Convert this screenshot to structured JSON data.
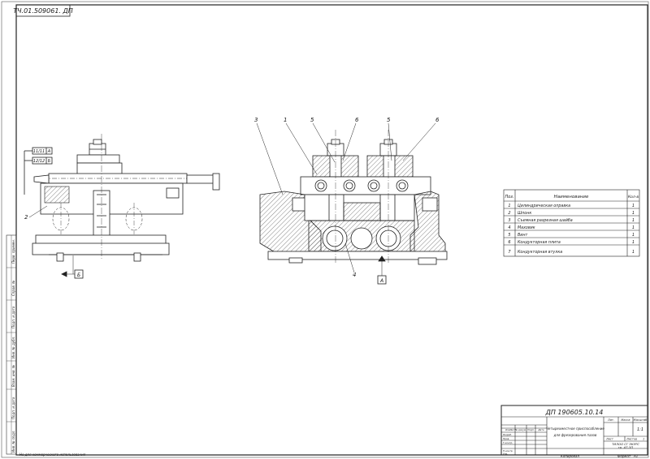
{
  "sheet": {
    "corner_stamp": "ТЧ.01.509061. ДП",
    "format_label": "Формат",
    "format_value": "А1",
    "copied_label": "Копировал"
  },
  "view_left": {
    "tol_1_code": "11/11",
    "tol_1_base": "А",
    "tol_2_code": "12/12",
    "tol_2_base": "Б",
    "callout": "2",
    "base_label": "Б"
  },
  "view_right": {
    "callouts": [
      "3",
      "1",
      "5",
      "6",
      "5",
      "6"
    ],
    "callout_4": "4",
    "base_label": "А"
  },
  "bom": {
    "headers": [
      "Поз.",
      "Наименование",
      "Кол-в"
    ],
    "rows": [
      {
        "pos": "1",
        "name": "Цилиндрическая оправка",
        "qty": "1"
      },
      {
        "pos": "2",
        "name": "Шпонк",
        "qty": "1"
      },
      {
        "pos": "3",
        "name": "Съемная разрезная шайба",
        "qty": "1"
      },
      {
        "pos": "4",
        "name": "Маховик",
        "qty": "1"
      },
      {
        "pos": "5",
        "name": "Винт",
        "qty": "1"
      },
      {
        "pos": "6",
        "name": "Кондукторная плита",
        "qty": "1"
      },
      {
        "pos": "7",
        "name": "Кондукторная втулка",
        "qty": "1"
      }
    ]
  },
  "title_block": {
    "doc_code": "ДП 190605.10.14",
    "name_line1": "Четырехместное приспособление",
    "name_line2": "для фрезерования пазов",
    "lit_label": "Лит.",
    "mass_label": "Масса",
    "scale_label": "Масштаб",
    "scale_value": "1:1",
    "sheet_label": "Лист",
    "sheets_label": "Листов",
    "sheets_value": "1",
    "org_line1": "ТИЛОО СГ ЭКУРС",
    "org_line2": "гр. АТ-3П",
    "row_labels": [
      "Изм.",
      "Лист",
      "№ докум.",
      "Подп.",
      "Дата"
    ],
    "role_labels": [
      "Разраб.",
      "Пров.",
      "Т.контр.",
      "",
      "Н.контр.",
      "Утв."
    ]
  },
  "side_strip": {
    "labels": [
      "Перв. примен.",
      "Справ. №",
      "Подп. и дата",
      "Инв. № дубл.",
      "Взам. инв. №",
      "Подп. и дата",
      "Инв. № подл."
    ],
    "note": "Не для коммерческого использования"
  }
}
